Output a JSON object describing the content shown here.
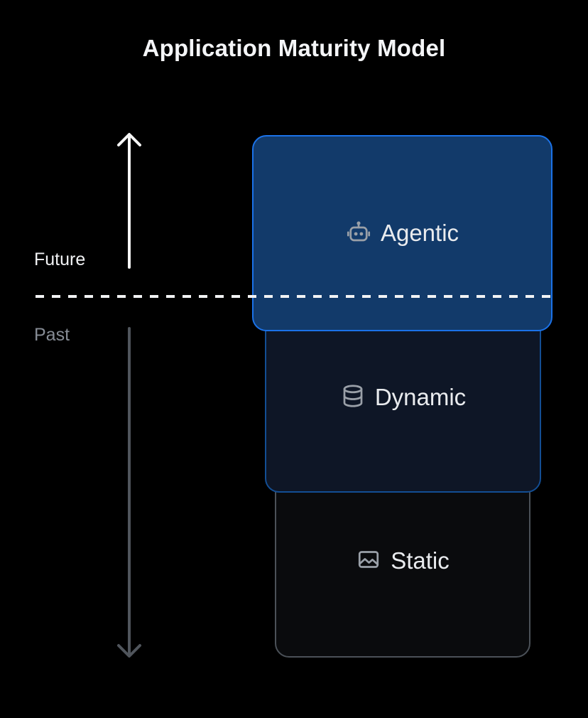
{
  "title": "Application Maturity Model",
  "axis": {
    "future_label": "Future",
    "past_label": "Past",
    "up_arrow_color": "#f5f5f5",
    "down_arrow_color": "#50555c",
    "dashed_line_color": "#f2f3f4"
  },
  "levels": [
    {
      "label": "Agentic",
      "icon": "bot-icon",
      "fill": "#123a6a",
      "border": "#1b72e8",
      "position": "future"
    },
    {
      "label": "Dynamic",
      "icon": "database-icon",
      "fill": "#0e1626",
      "border": "#134e94",
      "position": "past"
    },
    {
      "label": "Static",
      "icon": "image-icon",
      "fill": "#0a0b0d",
      "border": "#4b5158",
      "position": "past"
    }
  ],
  "colors": {
    "background": "#000000",
    "title_text": "#f4f5f7",
    "level_text": "#e9ebee",
    "icon_gray": "#9aa0a8"
  }
}
